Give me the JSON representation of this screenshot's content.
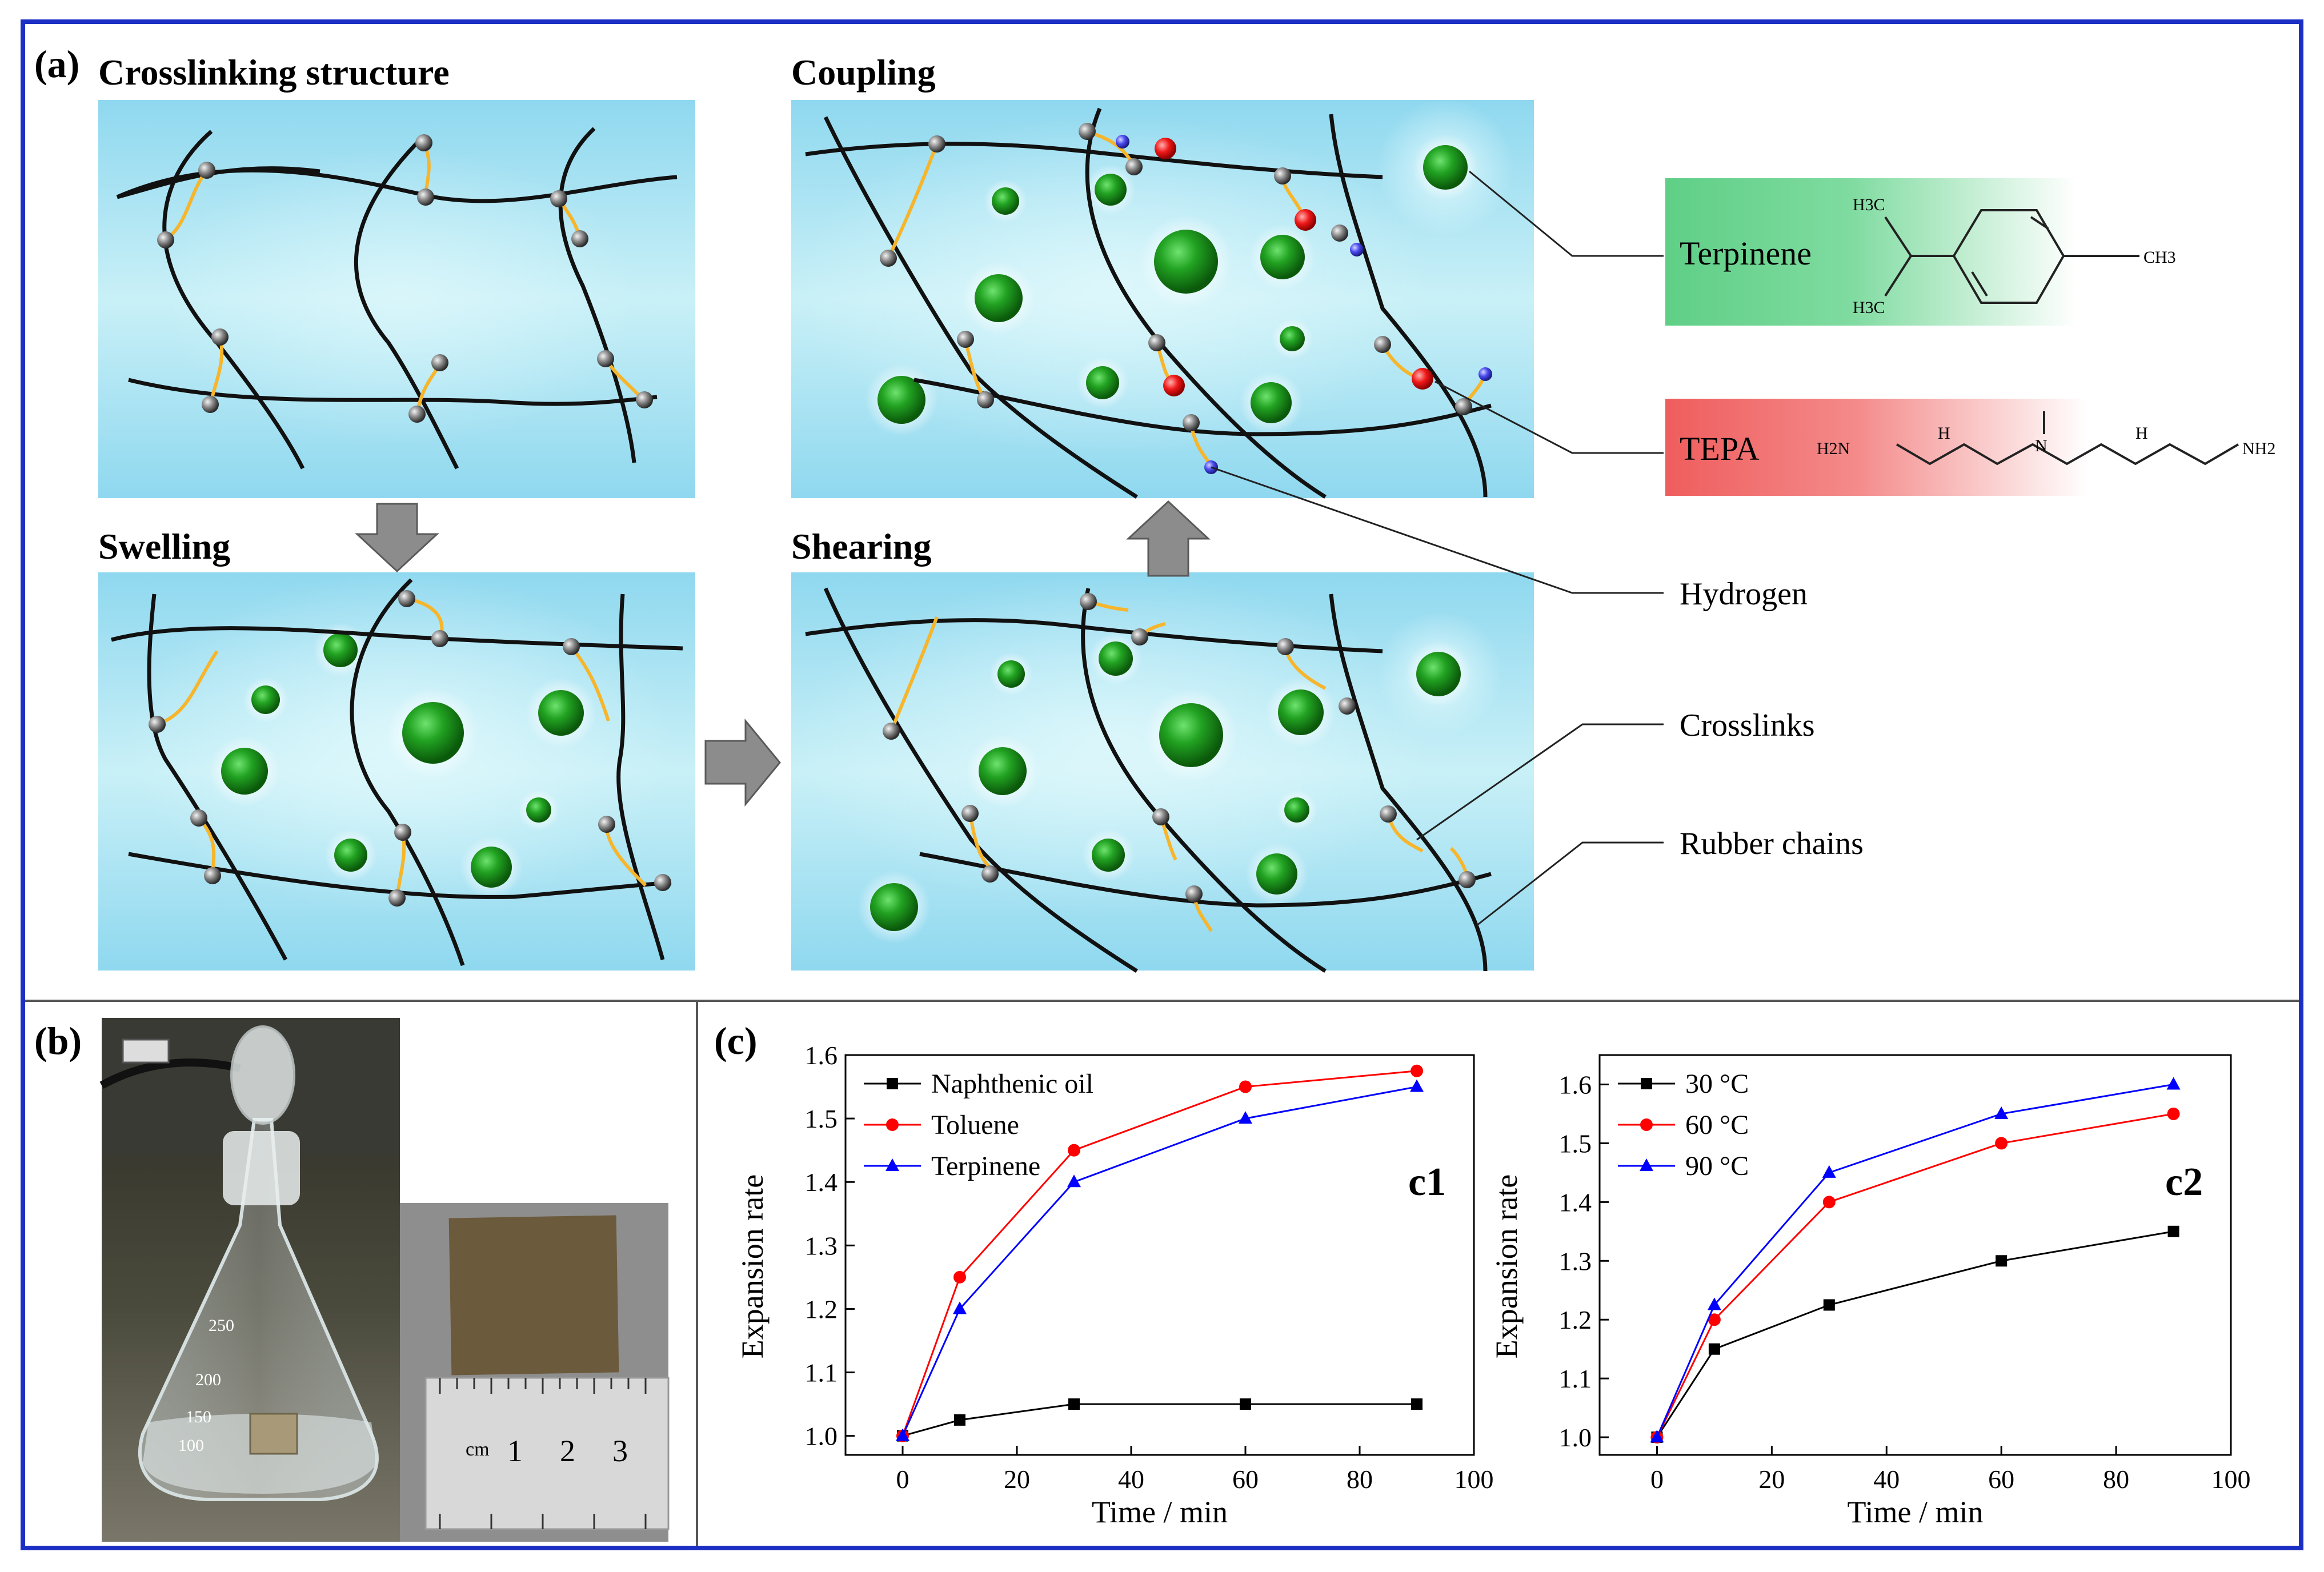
{
  "panel_a": {
    "label": "(a)",
    "sub_titles": {
      "crosslinking": "Crosslinking structure",
      "swelling": "Swelling",
      "coupling": "Coupling",
      "shearing": "Shearing"
    },
    "legend": {
      "terpinene": "Terpinene",
      "tepa": "TEPA",
      "hydrogen": "Hydrogen",
      "crosslinks": "Crosslinks",
      "rubber_chains": "Rubber chains"
    },
    "terpinene_structure": {
      "h3c_top": "H3C",
      "h3c_bottom": "H3C",
      "ch3": "CH3"
    },
    "tepa_structure": {
      "h2n": "H2N",
      "h1": "H",
      "n": "N",
      "h2": "H",
      "nh2": "NH2"
    },
    "colors": {
      "panel_bg": "#bfe9f4",
      "terpinene_bg": "#5fcf86",
      "tepa_bg": "#ef5d5d",
      "frame": "#1c2fc4"
    }
  },
  "panel_b": {
    "label": "(b)",
    "flask_marks": [
      "250",
      "200",
      "150",
      "100"
    ],
    "ruler_unit": "cm",
    "ruler_numbers": [
      "1",
      "2",
      "3"
    ]
  },
  "panel_c": {
    "label": "(c)"
  },
  "chart_data": [
    {
      "id": "c1",
      "type": "line",
      "tag": "c1",
      "xlabel": "Time / min",
      "ylabel": "Expansion rate",
      "xlim": [
        -10,
        100
      ],
      "ylim": [
        0.97,
        1.6
      ],
      "xticks": [
        0,
        20,
        40,
        60,
        80,
        100
      ],
      "yticks": [
        1.0,
        1.1,
        1.2,
        1.3,
        1.4,
        1.5,
        1.6
      ],
      "x": [
        0,
        10,
        30,
        60,
        90
      ],
      "legend_position": "top-left",
      "grid": false,
      "series": [
        {
          "name": "Naphthenic oil",
          "color": "#000000",
          "marker": "square",
          "values": [
            1.0,
            1.025,
            1.05,
            1.05,
            1.05
          ]
        },
        {
          "name": "Toluene",
          "color": "#ff0000",
          "marker": "circle",
          "values": [
            1.0,
            1.25,
            1.45,
            1.55,
            1.575
          ]
        },
        {
          "name": "Terpinene",
          "color": "#0000ff",
          "marker": "triangle",
          "values": [
            1.0,
            1.2,
            1.4,
            1.5,
            1.55
          ]
        }
      ]
    },
    {
      "id": "c2",
      "type": "line",
      "tag": "c2",
      "xlabel": "Time / min",
      "ylabel": "Expansion rate",
      "xlim": [
        -10,
        100
      ],
      "ylim": [
        0.97,
        1.65
      ],
      "xticks": [
        0,
        20,
        40,
        60,
        80,
        100
      ],
      "yticks": [
        1.0,
        1.1,
        1.2,
        1.3,
        1.4,
        1.5,
        1.6
      ],
      "x": [
        0,
        10,
        30,
        60,
        90
      ],
      "legend_position": "top-left",
      "grid": false,
      "series": [
        {
          "name": "30 °C",
          "color": "#000000",
          "marker": "square",
          "values": [
            1.0,
            1.15,
            1.225,
            1.3,
            1.35
          ]
        },
        {
          "name": "60 °C",
          "color": "#ff0000",
          "marker": "circle",
          "values": [
            1.0,
            1.2,
            1.4,
            1.5,
            1.55
          ]
        },
        {
          "name": "90 °C",
          "color": "#0000ff",
          "marker": "triangle",
          "values": [
            1.0,
            1.225,
            1.45,
            1.55,
            1.6
          ]
        }
      ]
    }
  ]
}
